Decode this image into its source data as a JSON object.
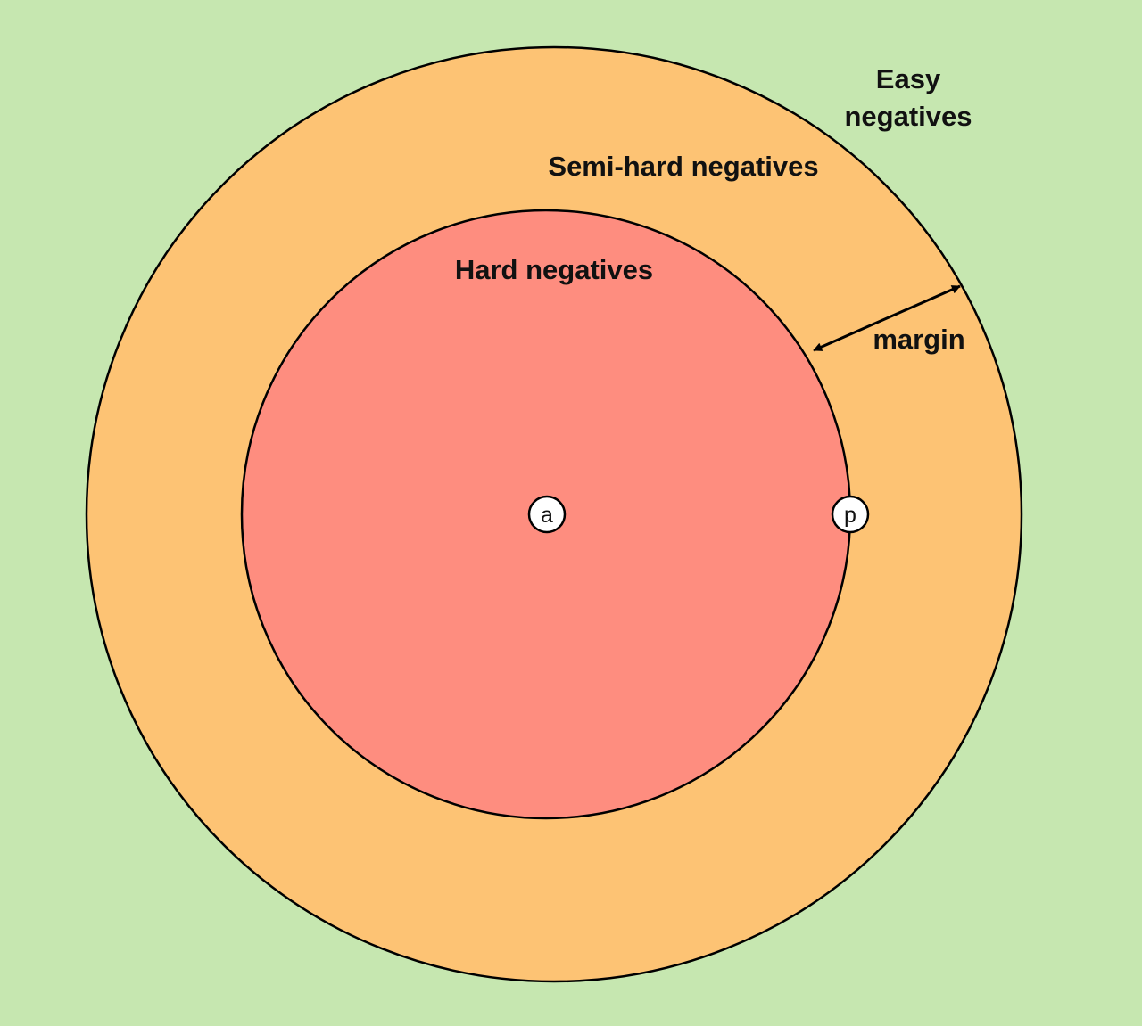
{
  "colors": {
    "background": "#c6e7b0",
    "outer_region": "#fdc374",
    "inner_region": "#fe8d7f",
    "stroke": "#000000",
    "point_fill": "#ffffff"
  },
  "labels": {
    "easy_line1": "Easy",
    "easy_line2": "negatives",
    "semi_hard": "Semi-hard negatives",
    "hard": "Hard negatives",
    "margin": "margin"
  },
  "points": {
    "anchor": "a",
    "positive": "p"
  }
}
